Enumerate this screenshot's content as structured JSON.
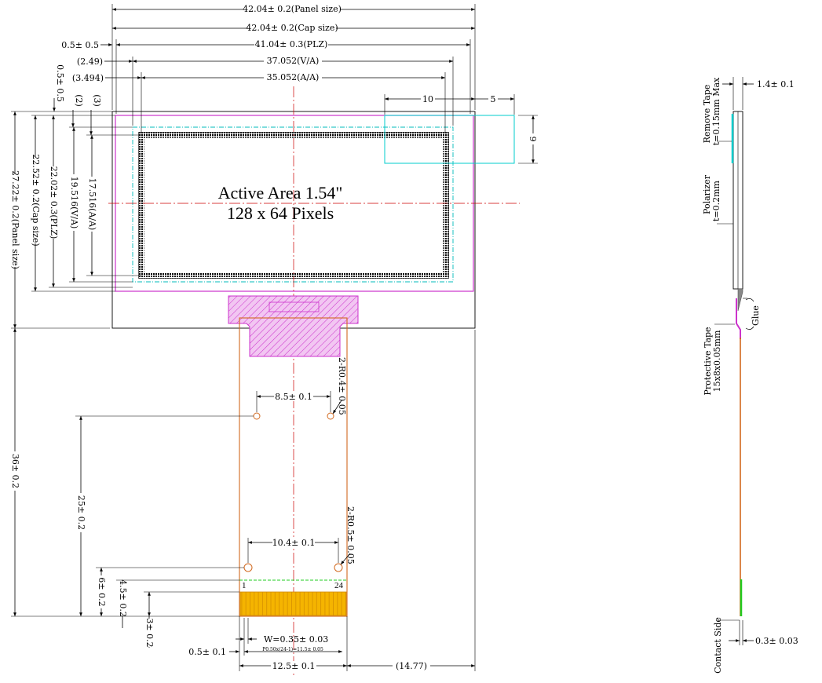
{
  "top_dims": {
    "panel_size": "42.04± 0.2(Panel size)",
    "cap_size": "42.04± 0.2(Cap size)",
    "plz_offset": "0.5± 0.5",
    "plz": "41.04± 0.3(PLZ)",
    "va_offset": "(2.49)",
    "va": "37.052(V/A)",
    "aa_offset": "(3.494)",
    "aa": "35.052(A/A)",
    "ten": "10",
    "five": "5",
    "nine": "9"
  },
  "left_dims": {
    "off_05": "0.5± 0.5",
    "off_2": "(2)",
    "off_3": "(3)",
    "panel_h": "27.22± 0.2(Panel size)",
    "cap_h": "22.52± 0.2(Cap size)",
    "plz_h": "22.02± 0.3(PLZ)",
    "va_h": "19.516(V/A)",
    "aa_h": "17.516(A/A)",
    "total_h": "36± 0.2",
    "holes_h": "25± 0.2",
    "h6": "6± 0.2",
    "h45": "4.5± 0.2",
    "h3": "3± 0.2"
  },
  "center": {
    "title": "Active Area 1.54\"",
    "pixels": "128 x 64 Pixels"
  },
  "fpc": {
    "hole_spacing_top": "8.5± 0.1",
    "hole_radius_top": "2-R0.4± 0.05",
    "hole_spacing_bottom": "10.4± 0.1",
    "hole_radius_bottom": "2-R0.5± 0.05",
    "pin_first": "1",
    "pin_last": "24",
    "pin_width": "W=0.35± 0.03",
    "pin_pitch": "P0.50x(24-1)=11.5± 0.05",
    "edge_offset": "0.5± 0.1",
    "fpc_width": "12.5± 0.1",
    "side_offset": "(14.77)"
  },
  "side_view": {
    "thickness": "1.4± 0.1",
    "remove_tape_1": "Remove Tape",
    "remove_tape_2": "t=0.15mm Max",
    "polarizer_1": "Polarizer",
    "polarizer_2": "t=0.2mm",
    "glue": "Glue",
    "protective_1": "Protective Tape",
    "protective_2": "15x8x0.05mm",
    "contact_side": "Contact Side",
    "fpc_thickness": "0.3± 0.03"
  },
  "colors": {
    "magenta": "#cc33cc",
    "cyan": "#00cccc",
    "fpc_orange": "#d2691e",
    "contacts": "#f5b400",
    "centerline": "#cc0000",
    "glue": "#888888",
    "stiffener": "#22cc22"
  }
}
